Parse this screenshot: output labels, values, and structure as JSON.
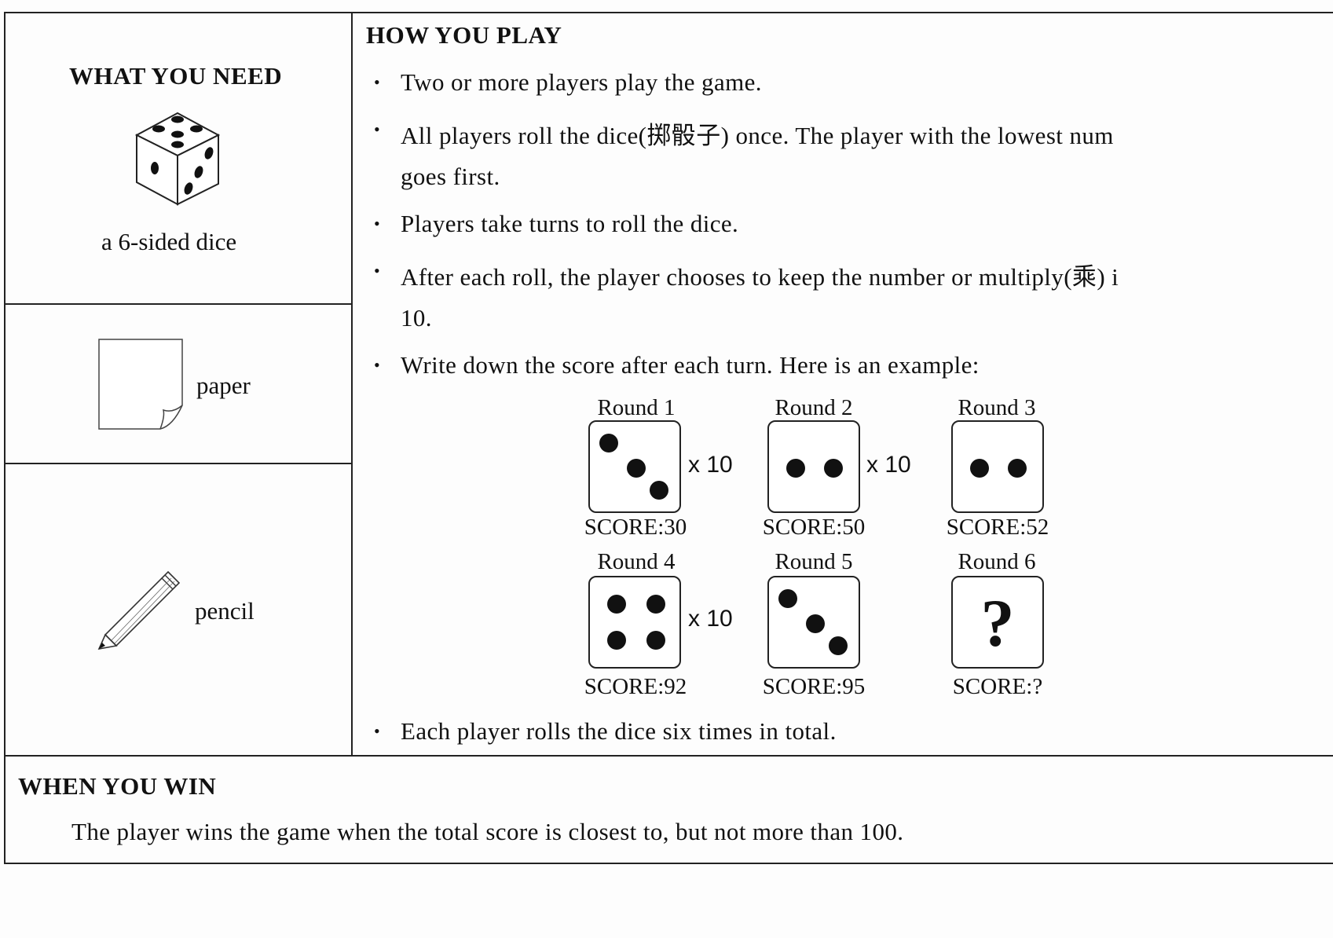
{
  "need": {
    "heading": "WHAT YOU NEED",
    "items": [
      {
        "label": "a 6-sided dice",
        "icon": "dice-icon"
      },
      {
        "label": "paper",
        "icon": "paper-icon"
      },
      {
        "label": "pencil",
        "icon": "pencil-icon"
      }
    ]
  },
  "play": {
    "heading": "HOW YOU PLAY",
    "bullet_char": "•",
    "rules": [
      "Two or more players play the game.",
      "All players roll the dice(掷骰子) once. The player with the lowest num",
      "goes first.",
      "Players take turns to roll the dice.",
      "After each roll, the player chooses to keep the number or multiply(乘) i",
      "10.",
      "Write down the score after each turn. Here is an example:",
      "Each player rolls the dice six times in total."
    ],
    "rounds": [
      {
        "label": "Round 1",
        "pips": 3,
        "multiplier": "x 10",
        "score": "SCORE:30"
      },
      {
        "label": "Round 2",
        "pips": 2,
        "multiplier": "x 10",
        "score": "SCORE:50"
      },
      {
        "label": "Round 3",
        "pips": 2,
        "multiplier": "",
        "score": "SCORE:52"
      },
      {
        "label": "Round 4",
        "pips": 4,
        "multiplier": "x 10",
        "score": "SCORE:92"
      },
      {
        "label": "Round 5",
        "pips": 3,
        "multiplier": "",
        "score": "SCORE:95"
      },
      {
        "label": "Round 6",
        "pips": 0,
        "unknown": "?",
        "multiplier": "",
        "score": "SCORE:?"
      }
    ]
  },
  "win": {
    "heading": "WHEN YOU WIN",
    "text": "The player wins the game when the total score is closest to, but not more than 100."
  }
}
